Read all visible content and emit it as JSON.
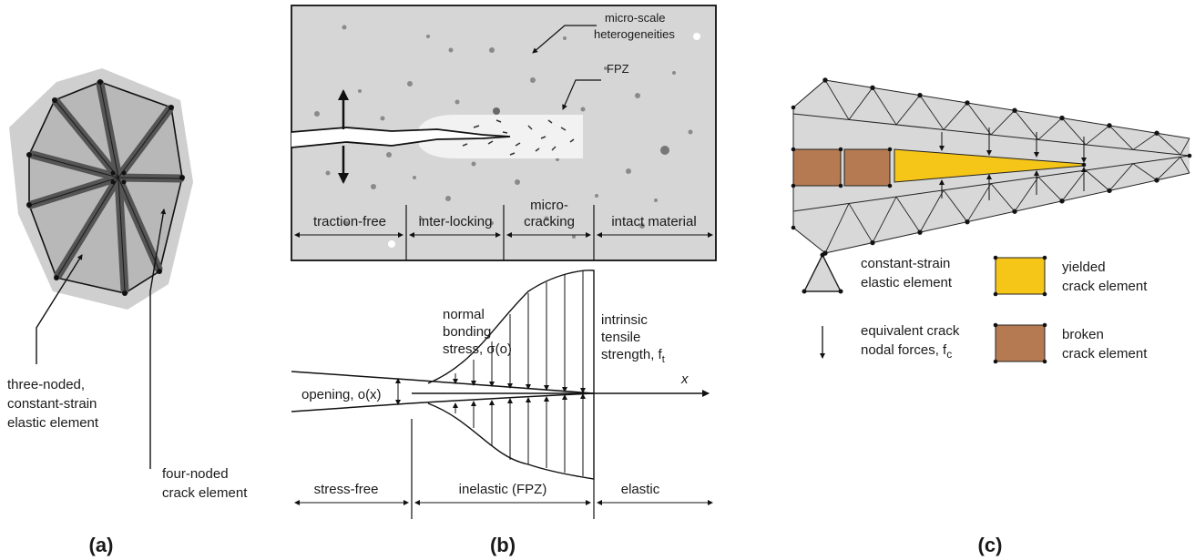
{
  "panel_a": {
    "caption": "(a)",
    "label_elastic": [
      "three-noded,",
      "constant-strain",
      "elastic element"
    ],
    "label_crack": [
      "four-noded",
      "crack element"
    ]
  },
  "panel_b": {
    "caption": "(b)",
    "top": {
      "label_hetero": [
        "micro-scale",
        "heterogeneities"
      ],
      "label_fpz": "FPZ",
      "zones": [
        "traction-free",
        "inter-locking",
        "micro-",
        "cracking",
        "intact material"
      ]
    },
    "bottom": {
      "label_normal": [
        "normal",
        "bonding",
        "stress, σ(o)"
      ],
      "label_intrinsic": [
        "intrinsic",
        "tensile",
        "strength, f",
        "t"
      ],
      "axis_x": "x",
      "label_opening": "opening, o(x)",
      "zones": [
        "stress-free",
        "inelastic (FPZ)",
        "elastic"
      ]
    }
  },
  "panel_c": {
    "caption": "(c)",
    "legend": {
      "elastic": [
        "constant-strain",
        "elastic element"
      ],
      "yielded": [
        "yielded",
        "crack element"
      ],
      "forces": [
        "equivalent crack",
        "nodal forces, f",
        "c"
      ],
      "broken": [
        "broken",
        "crack element"
      ]
    },
    "colors": {
      "yielded": "#f5c518",
      "broken": "#b67a52",
      "mesh": "#d8d8d8"
    }
  }
}
